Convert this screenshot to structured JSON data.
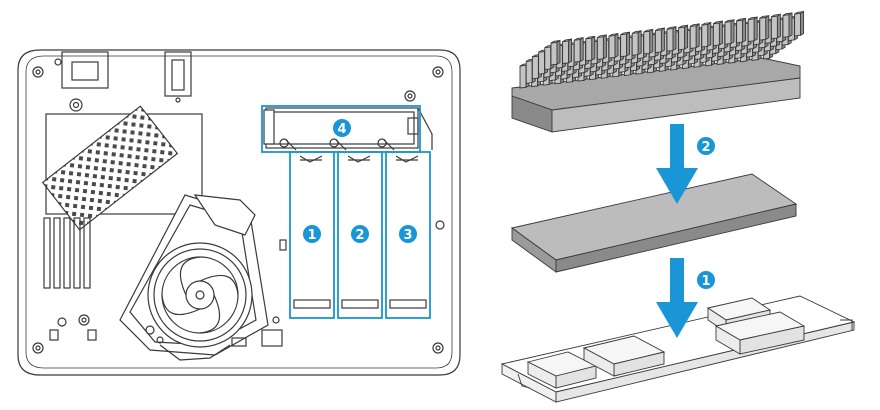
{
  "colors": {
    "callout": "#1a96d6",
    "line": "#3a3a3a",
    "grey_fill": "#bdbdbd",
    "grey_dark": "#8a8a8a",
    "light_fill": "#f2f2f2"
  },
  "left_panel": {
    "slot_labels": [
      "1",
      "2",
      "3",
      "4"
    ]
  },
  "right_panel": {
    "step_labels": [
      "2",
      "1"
    ]
  },
  "icons": [
    "down-arrow-icon",
    "numbered-callout-icon"
  ]
}
